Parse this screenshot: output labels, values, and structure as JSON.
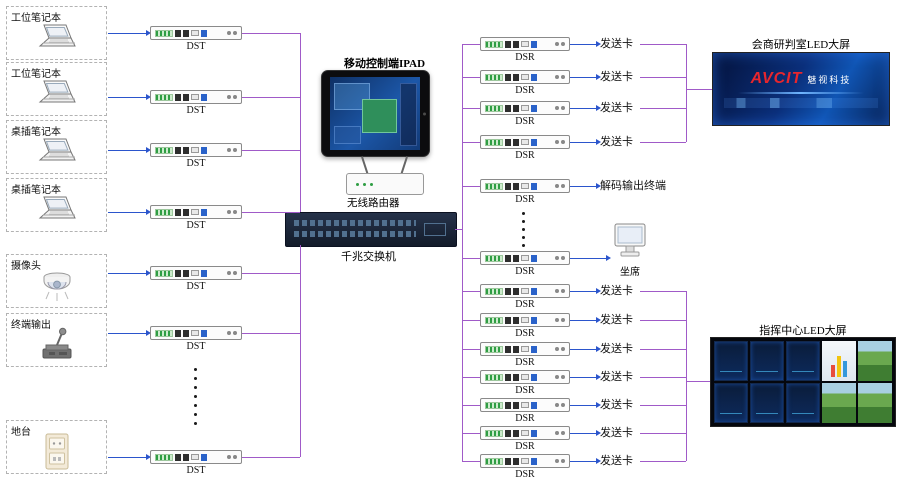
{
  "colors": {
    "blue_line": "#2b55cc",
    "purple_line": "#a05ac8",
    "dot": "#1a1a1a"
  },
  "sources": [
    {
      "label": "工位笔记本",
      "icon": "laptop"
    },
    {
      "label": "工位笔记本",
      "icon": "laptop"
    },
    {
      "label": "桌插笔记本",
      "icon": "laptop"
    },
    {
      "label": "桌插笔记本",
      "icon": "laptop"
    },
    {
      "label": "摄像头",
      "icon": "camera"
    },
    {
      "label": "终端输出",
      "icon": "joystick"
    },
    {
      "label": "地台",
      "icon": "wallplate"
    }
  ],
  "dst_units": [
    "DST",
    "DST",
    "DST",
    "DST",
    "DST",
    "DST",
    "DST"
  ],
  "dsr_rows": [
    {
      "label": "DSR",
      "output": "发送卡",
      "type": "sendcard"
    },
    {
      "label": "DSR",
      "output": "发送卡",
      "type": "sendcard"
    },
    {
      "label": "DSR",
      "output": "发送卡",
      "type": "sendcard"
    },
    {
      "label": "DSR",
      "output": "发送卡",
      "type": "sendcard"
    },
    {
      "label": "DSR",
      "output": "解码输出终端",
      "type": "decoder"
    },
    {
      "label": "DSR",
      "output": "坐席",
      "type": "seat"
    },
    {
      "label": "DSR",
      "output": "发送卡",
      "type": "sendcard"
    },
    {
      "label": "DSR",
      "output": "发送卡",
      "type": "sendcard"
    },
    {
      "label": "DSR",
      "output": "发送卡",
      "type": "sendcard"
    },
    {
      "label": "DSR",
      "output": "发送卡",
      "type": "sendcard"
    },
    {
      "label": "DSR",
      "output": "发送卡",
      "type": "sendcard"
    },
    {
      "label": "DSR",
      "output": "发送卡",
      "type": "sendcard"
    },
    {
      "label": "DSR",
      "output": "发送卡",
      "type": "sendcard"
    }
  ],
  "center": {
    "ipad_label": "移动控制端IPAD",
    "router_label": "无线路由器",
    "switch_label": "千兆交换机"
  },
  "screens": {
    "top": {
      "title": "会商研判室LED大屏",
      "brand": "AVCIT",
      "brand_sub": "魅视科技"
    },
    "bottom": {
      "title": "指挥中心LED大屏"
    }
  }
}
